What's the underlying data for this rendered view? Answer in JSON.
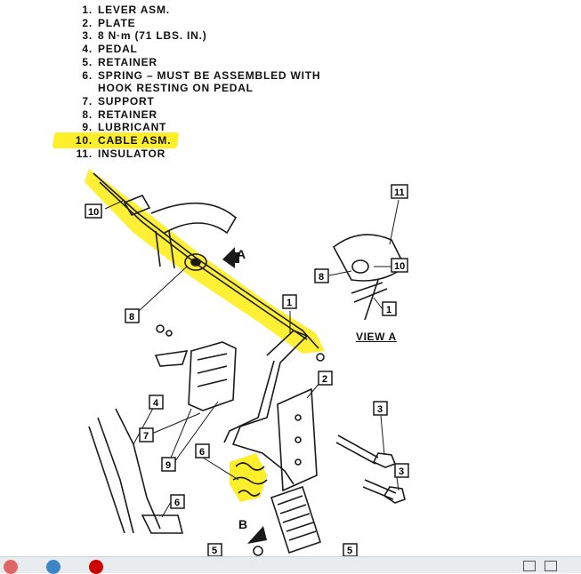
{
  "parts_list": [
    {
      "num": "1.",
      "label": "LEVER ASM."
    },
    {
      "num": "2.",
      "label": "PLATE"
    },
    {
      "num": "3.",
      "label": "8 N·m (71 LBS. IN.)"
    },
    {
      "num": "4.",
      "label": "PEDAL"
    },
    {
      "num": "5.",
      "label": "RETAINER"
    },
    {
      "num": "6.",
      "label": "SPRING – MUST BE ASSEMBLED WITH",
      "cont": "HOOK RESTING ON PEDAL"
    },
    {
      "num": "7.",
      "label": "SUPPORT"
    },
    {
      "num": "8.",
      "label": "RETAINER"
    },
    {
      "num": "9.",
      "label": "LUBRICANT"
    },
    {
      "num": "10.",
      "label": "CABLE ASM.",
      "highlight": true
    },
    {
      "num": "11.",
      "label": "INSULATOR"
    }
  ],
  "view_label": "VIEW A",
  "letter_a": "A",
  "letter_b": "B",
  "callouts": {
    "c10_top": "10",
    "c8_main": "8",
    "c11": "11",
    "c8_view": "8",
    "c10_view": "10",
    "c1_view": "1",
    "c1_main": "1",
    "c2": "2",
    "c3_top": "3",
    "c3_bottom": "3",
    "c4": "4",
    "c7": "7",
    "c9": "9",
    "c6_spring": "6",
    "c6_bottom": "6",
    "c5_left": "5",
    "c5_right": "5"
  },
  "colors": {
    "highlight": "#ffef2a",
    "line": "#1a1a1a",
    "taskbar": "#e9ecef"
  },
  "icons": [
    "arrow-a-icon",
    "arrow-b-icon",
    "browser-icon-1",
    "browser-icon-2",
    "browser-icon-3"
  ]
}
